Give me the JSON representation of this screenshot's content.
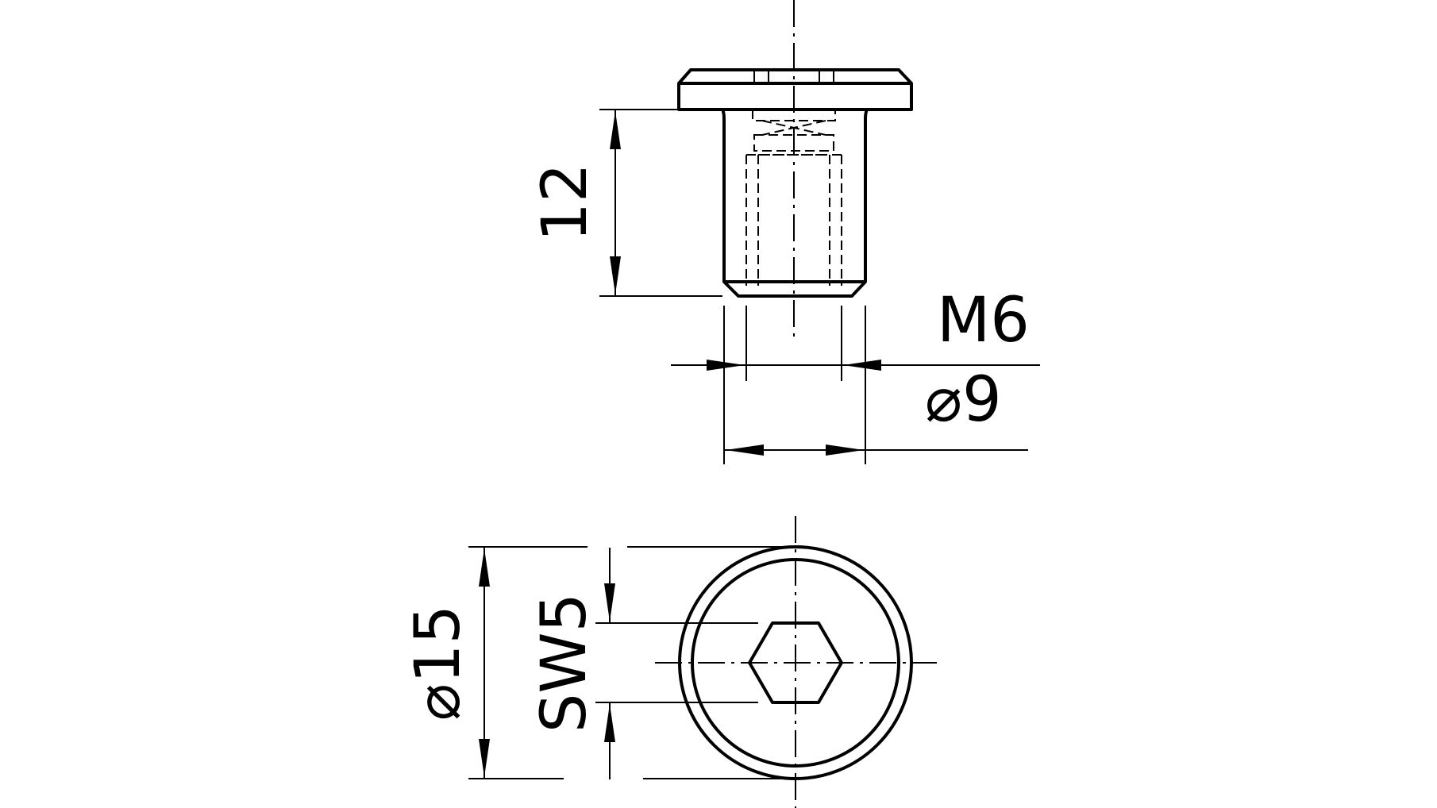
{
  "dimensions": {
    "length": "12",
    "thread": "M6",
    "shank_diameter": "⌀9",
    "head_diameter": "⌀15",
    "socket_size": "SW5"
  },
  "colors": {
    "line": "#000000",
    "background": "#ffffff"
  }
}
